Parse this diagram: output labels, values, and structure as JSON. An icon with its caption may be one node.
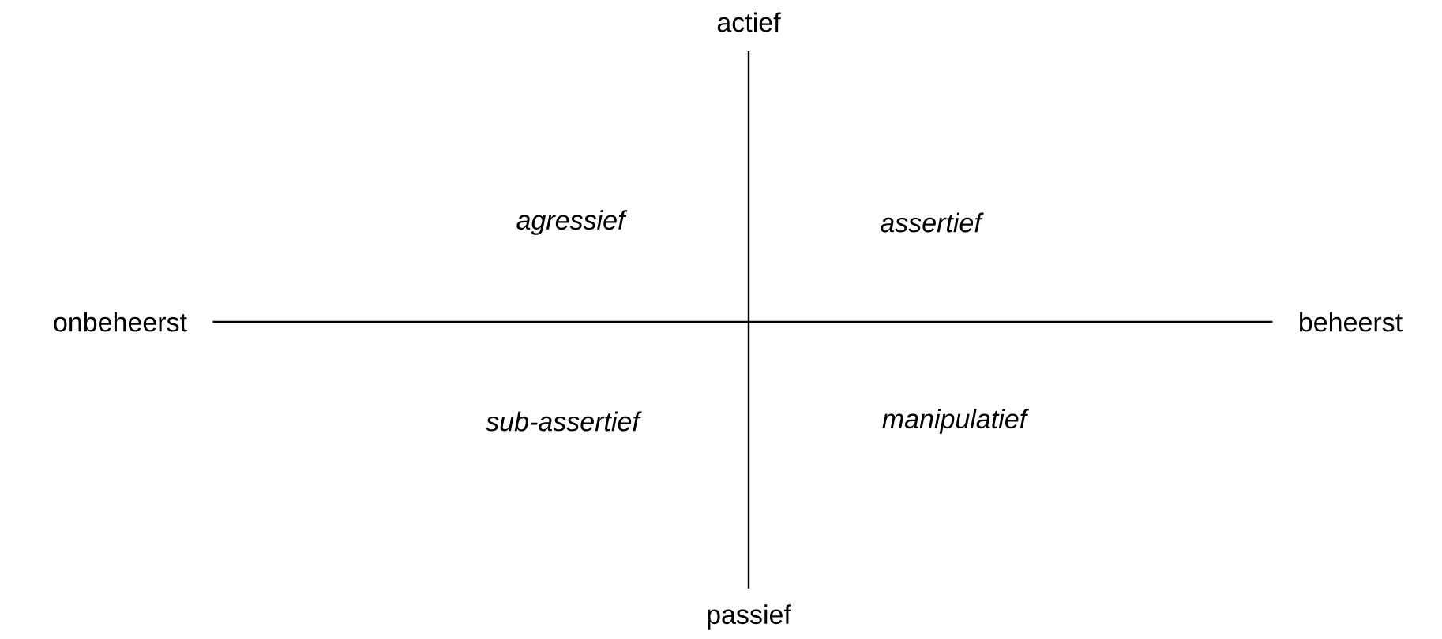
{
  "diagram": {
    "nodes": [
      {
        "text": [
          "actief"
        ]
      },
      {
        "text": [
          "onbeheerst"
        ]
      },
      {
        "text": [
          "beheerst"
        ]
      },
      {
        "text": [
          "passief"
        ]
      }
    ],
    "edges": [
      {
        "from": 0,
        "to": 3,
        "arrow": "none"
      },
      {
        "from": 1,
        "to": 2,
        "arrow": "none"
      }
    ],
    "labels": [
      "*agressief*",
      "*assertief*",
      "*sub-assertief*",
      "*manipulatief*"
    ]
  }
}
